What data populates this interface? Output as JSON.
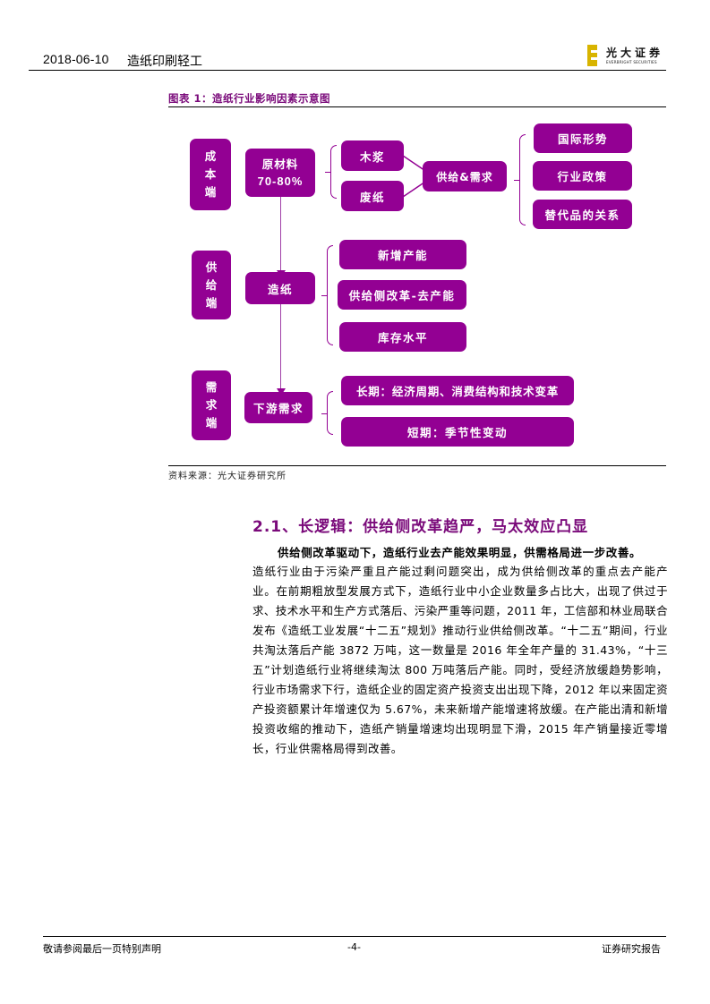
{
  "header": {
    "date": "2018-06-10",
    "sector": "造纸印刷轻工",
    "logo": {
      "cn": "光大证券",
      "en": "EVERBRIGHT SECURITIES",
      "mark_color": "#d8b400"
    }
  },
  "figure": {
    "title": "图表 1：造纸行业影响因素示意图",
    "accent_color": "#930093",
    "rows": [
      {
        "side_label": [
          "成",
          "本",
          "端"
        ],
        "node": [
          "原材料",
          "70-80%"
        ],
        "branches": [
          "木浆",
          "废纸"
        ],
        "merge_node": "供给&需求",
        "factors": [
          "国际形势",
          "行业政策",
          "替代品的关系"
        ]
      },
      {
        "side_label": [
          "供",
          "给",
          "端"
        ],
        "node": [
          "造纸"
        ],
        "factors": [
          "新增产能",
          "供给侧改革-去产能",
          "库存水平"
        ]
      },
      {
        "side_label": [
          "需",
          "求",
          "端"
        ],
        "node": [
          "下游需求"
        ],
        "factors": [
          "长期：经济周期、消费结构和技术变革",
          "短期：季节性变动"
        ]
      }
    ],
    "source": "资料来源：光大证券研究所"
  },
  "section": {
    "title": "2.1、长逻辑：供给侧改革趋严，马太效应凸显",
    "lead": "供给侧改革驱动下，造纸行业去产能效果明显，供需格局进一步改善。",
    "body": "造纸行业由于污染严重且产能过剩问题突出，成为供给侧改革的重点去产能产业。在前期粗放型发展方式下，造纸行业中小企业数量多占比大，出现了供过于求、技术水平和生产方式落后、污染严重等问题，2011 年，工信部和林业局联合发布《造纸工业发展“十二五”规划》推动行业供给侧改革。“十二五”期间，行业共淘汰落后产能 3872 万吨，这一数量是 2016 年全年产量的 31.43%，“十三五”计划造纸行业将继续淘汰 800 万吨落后产能。同时，受经济放缓趋势影响，行业市场需求下行，造纸企业的固定资产投资支出出现下降，2012 年以来固定资产投资额累计年增速仅为 5.67%，未来新增产能增速将放缓。在产能出清和新增投资收缩的推动下，造纸产销量增速均出现明显下滑，2015 年产销量接近零增长，行业供需格局得到改善。"
  },
  "footer": {
    "disclaimer": "敬请参阅最后一页特别声明",
    "page": "-4-",
    "doc_type": "证券研究报告"
  }
}
